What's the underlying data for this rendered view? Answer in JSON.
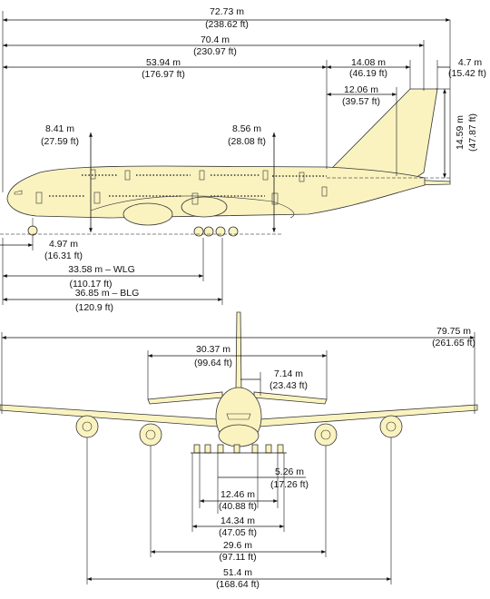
{
  "side_view": {
    "overall_length": {
      "m": "72.73 m",
      "ft": "(238.62 ft)"
    },
    "fuselage_length": {
      "m": "70.4 m",
      "ft": "(230.97 ft)"
    },
    "nose_to_tail": {
      "m": "53.94 m",
      "ft": "(176.97 ft)"
    },
    "tail_span_a": {
      "m": "14.08 m",
      "ft": "(46.19 ft)"
    },
    "tail_span_b": {
      "m": "12.06 m",
      "ft": "(39.57 ft)"
    },
    "tail_offset": {
      "m": "4.7 m",
      "ft": "(15.42 ft)"
    },
    "tail_height": {
      "m": "14.59 m",
      "ft": "(47.87 ft)"
    },
    "door_front": {
      "m": "8.41 m",
      "ft": "(27.59 ft)"
    },
    "door_rear": {
      "m": "8.56 m",
      "ft": "(28.08 ft)"
    },
    "nose_gear": {
      "m": "4.97 m",
      "ft": "(16.31 ft)"
    },
    "wlg": {
      "m": "33.58 m – WLG",
      "ft": "(110.17 ft)"
    },
    "blg": {
      "m": "36.85 m – BLG",
      "ft": "(120.9 ft)"
    }
  },
  "front_view": {
    "wingspan": {
      "m": "79.75 m",
      "ft": "(261.65 ft)"
    },
    "stabilizer_span": {
      "m": "30.37 m",
      "ft": "(99.64 ft)"
    },
    "half_stab": {
      "m": "7.14 m",
      "ft": "(23.43 ft)"
    },
    "gear_a": {
      "m": "5.26 m",
      "ft": "(17.26 ft)"
    },
    "gear_b": {
      "m": "12.46 m",
      "ft": "(40.88 ft)"
    },
    "gear_c": {
      "m": "14.34 m",
      "ft": "(47.05 ft)"
    },
    "engine_inner": {
      "m": "29.6 m",
      "ft": "(97.11 ft)"
    },
    "engine_outer": {
      "m": "51.4 m",
      "ft": "(168.64 ft)"
    }
  },
  "colors": {
    "aircraft_fill": "#faf3c0",
    "line": "#111111"
  }
}
